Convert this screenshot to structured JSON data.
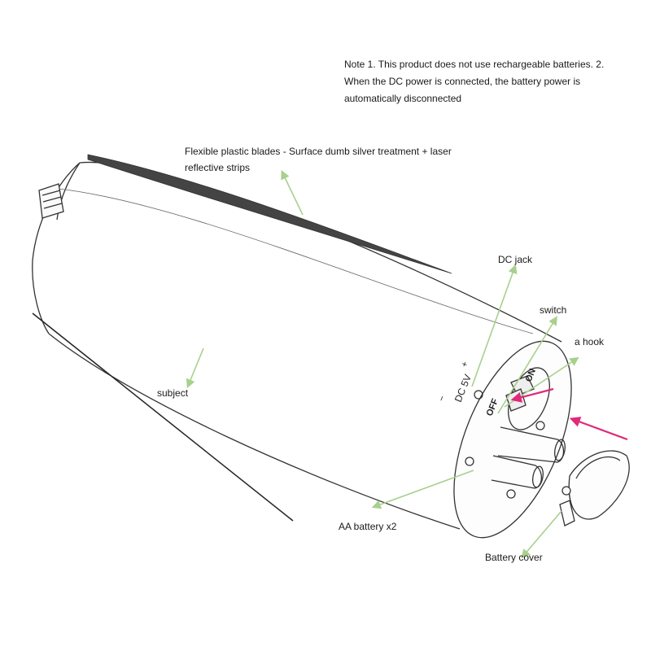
{
  "note": "Note 1. This product does not use rechargeable batteries. 2. When the DC power is connected, the battery power is automatically disconnected",
  "labels": {
    "blades": "Flexible plastic blades - Surface dumb silver treatment + laser reflective strips",
    "dc_jack": "DC jack",
    "switch": "switch",
    "hook": "a hook",
    "subject": "subject",
    "aa_battery": "AA battery x2",
    "battery_cover": "Battery cover"
  },
  "markings": {
    "off": "OFF",
    "on": "ON",
    "dc": "DC 5V",
    "minus": "−",
    "plus": "+"
  },
  "colors": {
    "leader_line": "#a8d08d",
    "insert_arrow": "#e0297a",
    "outline": "#333333"
  }
}
